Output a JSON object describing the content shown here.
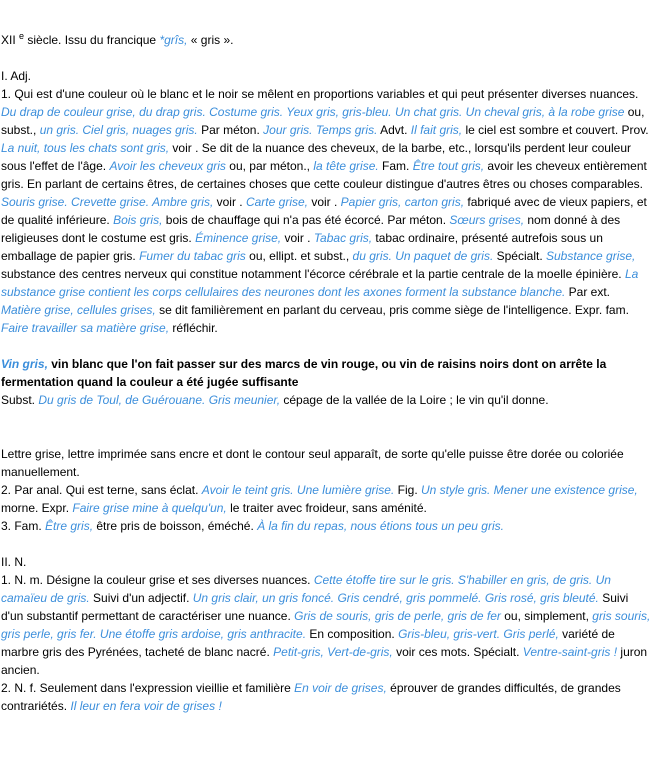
{
  "colors": {
    "text": "#000000",
    "example": "#3b8edb"
  },
  "etymology": [
    {
      "t": "XII "
    },
    {
      "t": "e",
      "sup": true
    },
    {
      "t": " siècle. Issu du francique "
    },
    {
      "t": "*grîs,",
      "i": true
    },
    {
      "t": " « gris »."
    }
  ],
  "section1_title": "I. Adj.",
  "sense1": [
    {
      "t": "1. Qui est d'une couleur où le blanc et le noir se mêlent en proportions variables et qui peut présenter diverses nuances. "
    },
    {
      "t": "Du drap de couleur grise, du drap gris. Costume gris. Yeux gris, gris-bleu. Un chat gris. Un cheval gris, à la robe grise",
      "i": true
    },
    {
      "t": " ou, subst., "
    },
    {
      "t": "un gris. Ciel gris, nuages gris.",
      "i": true
    },
    {
      "t": " Par méton. "
    },
    {
      "t": "Jour gris. Temps gris.",
      "i": true
    },
    {
      "t": " Advt. "
    },
    {
      "t": "Il fait gris,",
      "i": true
    },
    {
      "t": " le ciel est sombre et couvert. Prov. "
    },
    {
      "t": "La nuit, tous les chats sont gris,",
      "i": true
    },
    {
      "t": " voir . Se dit de la nuance des cheveux, de la barbe, etc., lorsqu'ils perdent leur couleur sous l'effet de l'âge. "
    },
    {
      "t": "Avoir les cheveux gris",
      "i": true
    },
    {
      "t": " ou, par méton., "
    },
    {
      "t": "la tête grise.",
      "i": true
    },
    {
      "t": " Fam. "
    },
    {
      "t": "Être tout gris,",
      "i": true
    },
    {
      "t": " avoir les cheveux entièrement gris. En parlant de certains êtres, de certaines choses que cette couleur distingue d'autres êtres ou choses comparables. "
    },
    {
      "t": "Souris grise. Crevette grise. Ambre gris,",
      "i": true
    },
    {
      "t": " voir . "
    },
    {
      "t": "Carte grise,",
      "i": true
    },
    {
      "t": " voir . "
    },
    {
      "t": "Papier gris, carton gris,",
      "i": true
    },
    {
      "t": " fabriqué avec de vieux papiers, et de qualité inférieure. "
    },
    {
      "t": "Bois gris,",
      "i": true
    },
    {
      "t": " bois de chauffage qui n'a pas été écorcé. Par méton. "
    },
    {
      "t": "Sœurs grises,",
      "i": true
    },
    {
      "t": " nom donné à des religieuses dont le costume est gris. "
    },
    {
      "t": "Éminence grise,",
      "i": true
    },
    {
      "t": " voir . "
    },
    {
      "t": "Tabac gris,",
      "i": true
    },
    {
      "t": " tabac ordinaire, présenté autrefois sous un emballage de papier gris. "
    },
    {
      "t": "Fumer du tabac gris",
      "i": true
    },
    {
      "t": " ou, ellipt. et subst., "
    },
    {
      "t": "du gris. Un paquet de gris.",
      "i": true
    },
    {
      "t": " Spécialt. "
    },
    {
      "t": "Substance grise,",
      "i": true
    },
    {
      "t": " substance des centres nerveux qui constitue notamment l'écorce cérébrale et la partie centrale de la moelle épinière. "
    },
    {
      "t": "La substance grise contient les corps cellulaires des neurones dont les axones forment la substance blanche.",
      "i": true
    },
    {
      "t": " Par ext. "
    },
    {
      "t": "Matière grise, cellules grises,",
      "i": true
    },
    {
      "t": " se dit familièrement en parlant du cerveau, pris comme siège de l'intelligence. Expr. fam. "
    },
    {
      "t": "Faire travailler sa matière grise,",
      "i": true
    },
    {
      "t": " réfléchir."
    }
  ],
  "vin_gris": [
    {
      "t": "Vin gris,",
      "i": true,
      "b": true
    },
    {
      "t": " vin blanc que l'on fait passer sur des marcs de vin rouge, ou vin de raisins noirs dont on arrête la fermentation quand la couleur a été jugée suffisante",
      "b": true
    }
  ],
  "subst": [
    {
      "t": "Subst. "
    },
    {
      "t": "Du gris de Toul, de Guérouane. Gris meunier,",
      "i": true
    },
    {
      "t": " cépage de la vallée de la Loire ; le vin qu'il donne."
    }
  ],
  "lettre_grise": [
    {
      "t": "Lettre grise, lettre imprimée sans encre et dont le contour seul apparaît, de sorte qu'elle puisse être dorée ou coloriée manuellement."
    }
  ],
  "sense2": [
    {
      "t": "2. Par anal. Qui est terne, sans éclat. "
    },
    {
      "t": "Avoir le teint gris. Une lumière grise.",
      "i": true
    },
    {
      "t": " Fig. "
    },
    {
      "t": "Un style gris. Mener une existence grise,",
      "i": true
    },
    {
      "t": " morne. Expr. "
    },
    {
      "t": "Faire grise mine à quelqu'un,",
      "i": true
    },
    {
      "t": " le traiter avec froideur, sans aménité."
    }
  ],
  "sense3": [
    {
      "t": "3. Fam. "
    },
    {
      "t": "Être gris,",
      "i": true
    },
    {
      "t": " être pris de boisson, éméché. "
    },
    {
      "t": "À la fin du repas, nous étions tous un peu gris.",
      "i": true
    }
  ],
  "section2_title": "II. N.",
  "noun1": [
    {
      "t": "1. N. m. Désigne la couleur grise et ses diverses nuances. "
    },
    {
      "t": "Cette étoffe tire sur le gris. S'habiller en gris, de gris. Un camaïeu de gris.",
      "i": true
    },
    {
      "t": " Suivi d'un adjectif. "
    },
    {
      "t": "Un gris clair, un gris foncé. Gris cendré, gris pommelé. Gris rosé, gris bleuté.",
      "i": true
    },
    {
      "t": " Suivi d'un substantif permettant de caractériser une nuance. "
    },
    {
      "t": "Gris de souris, gris de perle, gris de fer",
      "i": true
    },
    {
      "t": " ou, simplement, "
    },
    {
      "t": "gris souris, gris perle, gris fer. Une étoffe gris ardoise, gris anthracite.",
      "i": true
    },
    {
      "t": " En composition. "
    },
    {
      "t": "Gris-bleu, gris-vert. Gris perlé,",
      "i": true
    },
    {
      "t": " variété de marbre gris des Pyrénées, tacheté de blanc nacré. "
    },
    {
      "t": "Petit-gris, Vert-de-gris,",
      "i": true
    },
    {
      "t": " voir ces mots. Spécialt. "
    },
    {
      "t": "Ventre-saint-gris !",
      "i": true
    },
    {
      "t": " juron ancien."
    }
  ],
  "noun2": [
    {
      "t": "2. N. f. Seulement dans l'expression vieillie et familière "
    },
    {
      "t": "En voir de grises,",
      "i": true
    },
    {
      "t": " éprouver de grandes difficultés, de grandes contrariétés. "
    },
    {
      "t": "Il leur en fera voir de grises !",
      "i": true
    }
  ]
}
